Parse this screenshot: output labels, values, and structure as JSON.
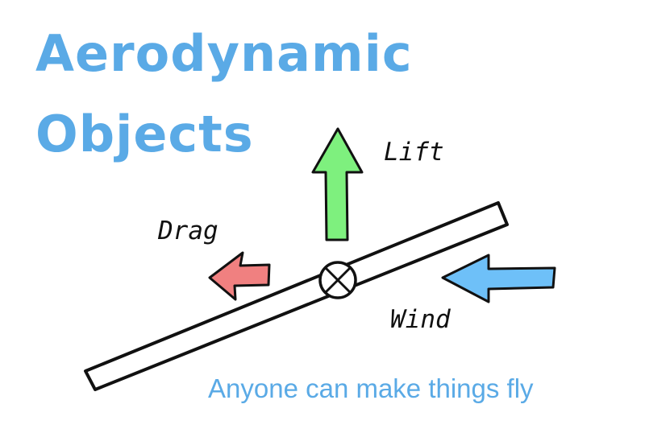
{
  "title": {
    "line1": "Aerodynamic",
    "line2": "Objects"
  },
  "tagline": "Anyone can make things fly",
  "forces": {
    "lift": "Lift",
    "drag": "Drag",
    "wind": "Wind"
  },
  "colors": {
    "title": "#5aaae6",
    "tagline": "#5aaae6",
    "lift_arrow": "#7ef07e",
    "drag_arrow": "#f08080",
    "wind_arrow": "#6ec0f8",
    "outline": "#111111"
  },
  "icons": {
    "pivot": "pivot-circle-x-icon"
  }
}
